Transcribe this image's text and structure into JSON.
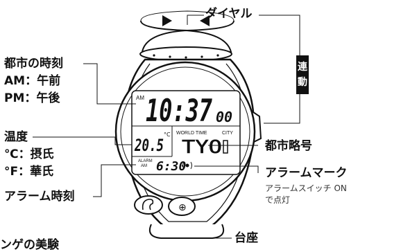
{
  "labels": {
    "dial": "ダイヤル",
    "link_top": "連",
    "link_bottom": "動",
    "city_time": "都市の時刻",
    "am": "AM：午前",
    "pm": "PM：午後",
    "temperature": "温度",
    "celsius": "℃：摂氏",
    "fahrenheit": "°F：華氏",
    "alarm_time": "アラーム時刻",
    "city_code": "都市略号",
    "alarm_mark": "アラームマーク",
    "alarm_note_1": "アラームスイッチ ON",
    "alarm_note_2": "で点灯",
    "base": "台座",
    "bottom_partial": "ンゲの美験"
  },
  "display": {
    "am_indicator": "AM",
    "time": "10:37",
    "seconds": "00",
    "world_time": "WORLD TIME",
    "city": "CITY",
    "temp": "20.5",
    "city_code": "TYO",
    "alarm_label_1": "ALARM",
    "alarm_label_2": "AM",
    "alarm_time": "6:30"
  }
}
